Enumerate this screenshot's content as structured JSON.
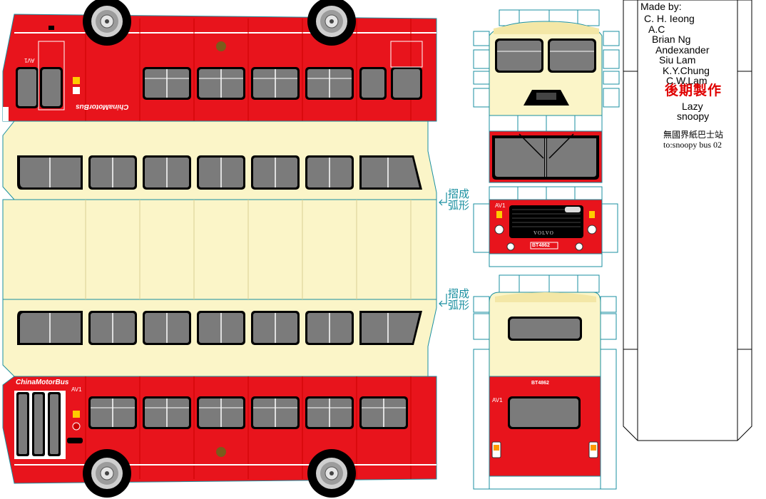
{
  "credits": {
    "header": "Made by:",
    "names": [
      "C. H. Ieong",
      "A.C",
      "Brian Ng",
      "Andexander",
      "Siu Lam",
      "K.Y.Chung",
      "C.W.Lam"
    ],
    "post_production_label": "後期製作",
    "post_production_names": [
      "Lazy",
      "snoopy"
    ],
    "site": "無國界紙巴士站",
    "model": "to:snoopy bus 02"
  },
  "fold_notes": [
    "摺成",
    "弧形"
  ],
  "bus": {
    "fleet_number": "AV1",
    "brand": "ChinaMotorBus",
    "registration": "BT4862",
    "front_badge": "VOLVO",
    "colors": {
      "red": "#e8141c",
      "cream": "#fbf5c8",
      "cream_dark": "#f3e7a6",
      "window": "#7b7b7b",
      "outline": "#1a8fa0"
    }
  }
}
